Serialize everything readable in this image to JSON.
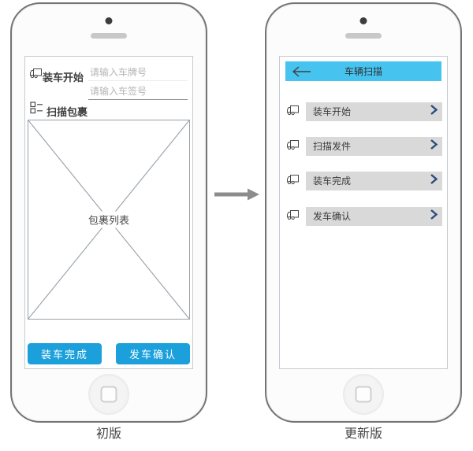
{
  "colors": {
    "header_cyan": "#47c3f0",
    "button_blue": "#1ba0dc",
    "bar_gray": "#d9d9d9",
    "chevron_navy": "#2b4b7e",
    "arrow_gray": "#8c8c8c"
  },
  "icons": {
    "truck": "truck-icon",
    "list": "list-icon",
    "back": "arrow-left-icon",
    "chevron": "chevron-right-icon",
    "transition": "right-arrow-icon"
  },
  "left_phone": {
    "caption": "初版",
    "screen": {
      "load_section": {
        "label": "装车开始",
        "inputs": [
          {
            "placeholder": "请输入车牌号",
            "value": ""
          },
          {
            "placeholder": "请输入车签号",
            "value": ""
          }
        ]
      },
      "scan_section": {
        "label": "扫描包裹"
      },
      "image_placeholder": {
        "label": "包裹列表"
      },
      "buttons": [
        {
          "label": "装车完成"
        },
        {
          "label": "发车确认"
        }
      ]
    }
  },
  "right_phone": {
    "caption": "更新版",
    "screen": {
      "header": {
        "title": "车辆扫描"
      },
      "menu_items": [
        {
          "label": "装车开始"
        },
        {
          "label": "扫描发件"
        },
        {
          "label": "装车完成"
        },
        {
          "label": "发车确认"
        }
      ]
    }
  }
}
